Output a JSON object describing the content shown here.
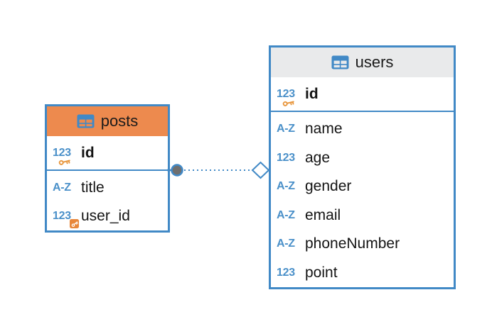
{
  "colors": {
    "stroke_blue": "#4189C6",
    "type_blue": "#4A90C9",
    "key_orange": "#E8963C",
    "fk_orange": "#E8873B",
    "circle_gray": "#6F6F6F",
    "text_black": "#141414",
    "posts_header": "#ED8A4E",
    "users_header": "#E9EAEB"
  },
  "tables": [
    {
      "name": "posts",
      "header_color": "#ED8A4E",
      "icon": "table-grid-icon",
      "columns": [
        {
          "type": "123",
          "name": "id",
          "key": "primary-key"
        },
        {
          "type": "A-Z",
          "name": "title"
        },
        {
          "type": "123",
          "name": "user_id",
          "key": "foreign-key"
        }
      ]
    },
    {
      "name": "users",
      "header_color": "#E9EAEB",
      "icon": "table-grid-icon",
      "columns": [
        {
          "type": "123",
          "name": "id",
          "key": "primary-key"
        },
        {
          "type": "A-Z",
          "name": "name"
        },
        {
          "type": "123",
          "name": "age"
        },
        {
          "type": "A-Z",
          "name": "gender"
        },
        {
          "type": "A-Z",
          "name": "email"
        },
        {
          "type": "A-Z",
          "name": "phoneNumber"
        },
        {
          "type": "123",
          "name": "point"
        }
      ]
    }
  ],
  "relationship": {
    "from_table": "posts",
    "to_table": "users",
    "line_style": "dotted",
    "from_marker": "filled-circle",
    "to_marker": "open-diamond"
  }
}
